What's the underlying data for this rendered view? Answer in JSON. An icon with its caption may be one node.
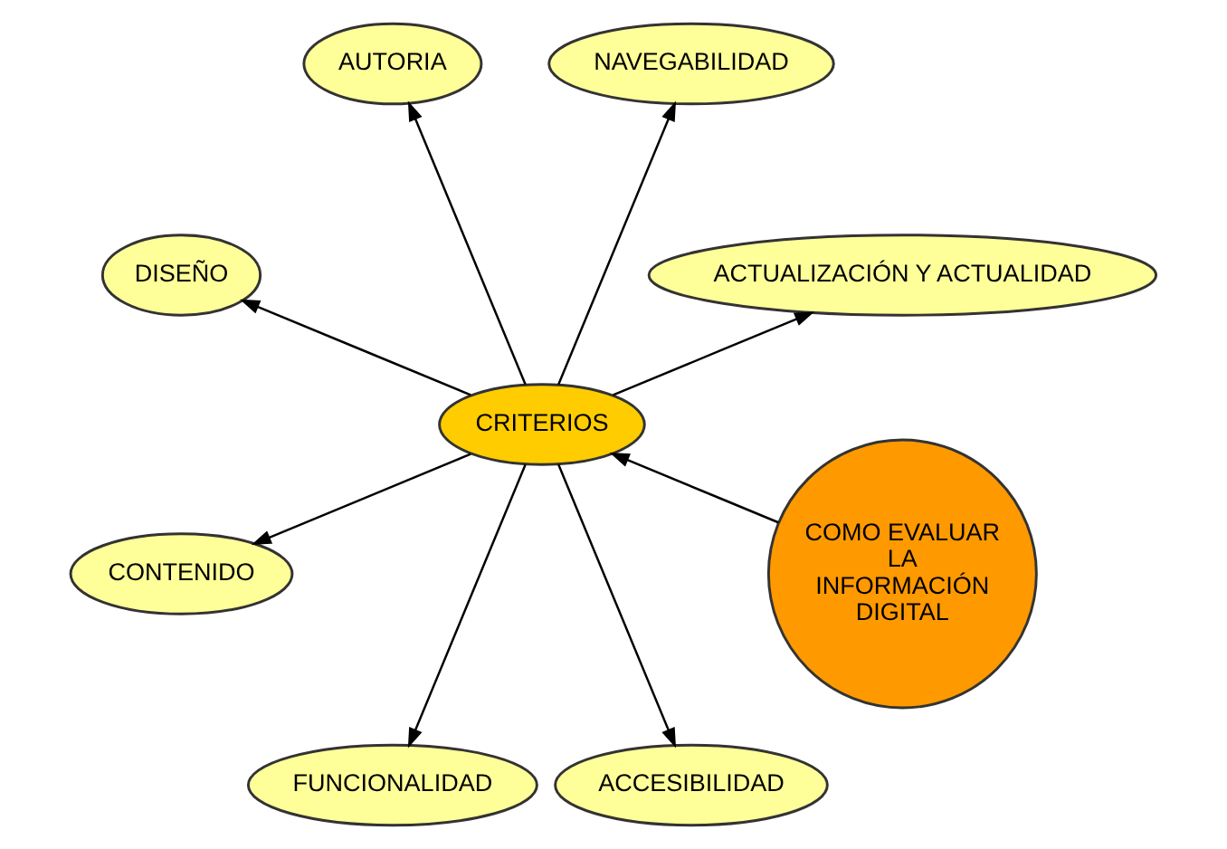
{
  "diagram": {
    "nodes": [
      {
        "text": [
          "COMO EVALUAR LA INFORMACIÓN DIGITAL"
        ]
      },
      {
        "text": [
          "CRITERIOS"
        ]
      },
      {
        "text": [
          "ACTUALIZACIÓN Y ACTUALIDAD"
        ]
      },
      {
        "text": [
          "NAVEGABILIDAD"
        ]
      },
      {
        "text": [
          "AUTORIA"
        ]
      },
      {
        "text": [
          "DISEÑO"
        ]
      },
      {
        "text": [
          "CONTENIDO"
        ]
      },
      {
        "text": [
          "FUNCIONALIDAD"
        ]
      },
      {
        "text": [
          "ACCESIBILIDAD"
        ]
      }
    ],
    "edges": [
      {
        "from": 0,
        "to": 1,
        "arrow": "to"
      },
      {
        "from": 1,
        "to": 2,
        "arrow": "to"
      },
      {
        "from": 1,
        "to": 3,
        "arrow": "to"
      },
      {
        "from": 1,
        "to": 4,
        "arrow": "to"
      },
      {
        "from": 1,
        "to": 5,
        "arrow": "to"
      },
      {
        "from": 1,
        "to": 6,
        "arrow": "to"
      },
      {
        "from": 1,
        "to": 7,
        "arrow": "to"
      },
      {
        "from": 1,
        "to": 8,
        "arrow": "to"
      }
    ]
  }
}
